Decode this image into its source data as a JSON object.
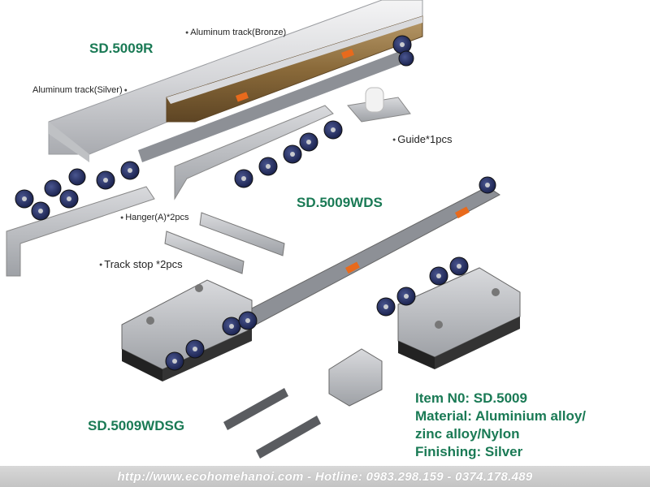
{
  "labels": {
    "model_r": "SD.5009R",
    "model_wds": "SD.5009WDS",
    "model_wdsg": "SD.5009WDSG",
    "track_bronze": "Aluminum track(Bronze)",
    "track_silver": "Aluminum track(Silver)",
    "guide": "Guide*1pcs",
    "hanger": "Hanger(A)*2pcs",
    "track_stop": "Track stop *2pcs"
  },
  "specs": {
    "item": "Item N0: SD.5009",
    "material_1": "Material: Aluminium alloy/",
    "material_2": "zinc alloy/Nylon",
    "finishing": "Finishing: Silver"
  },
  "footer": {
    "text": "http://www.ecohomehanoi.com - Hotline: 0983.298.159 - 0374.178.489"
  },
  "colors": {
    "accent_green": "#1a7a55",
    "roller_navy": "#2b3566",
    "bronze": "#8a6a3a",
    "aluminum": "#dcdde0",
    "orange": "#e86a1c"
  }
}
